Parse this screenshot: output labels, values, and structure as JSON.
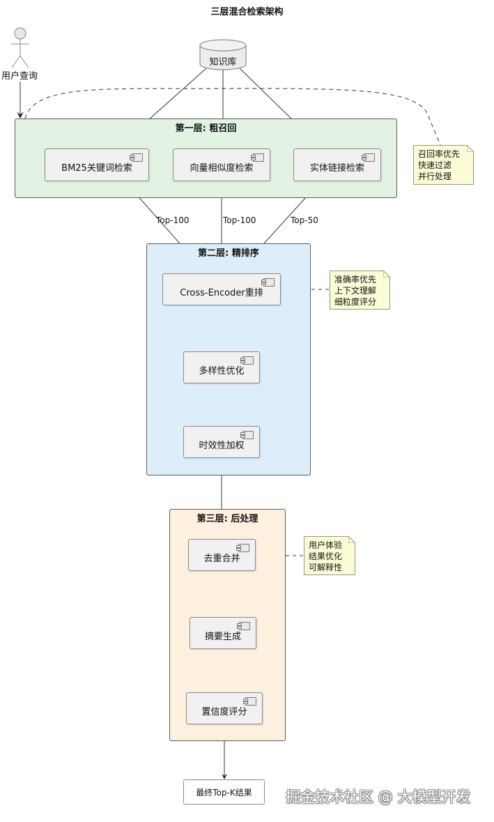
{
  "title": "三层混合检索架构",
  "actor": {
    "label": "用户查询",
    "icon": "stick-figure-actor-icon"
  },
  "database": {
    "label": "知识库",
    "icon": "database-cylinder-icon"
  },
  "layers": [
    {
      "title": "第一层: 粗召回",
      "color": "#e2f3e4",
      "components": [
        "BM25关键词检索",
        "向量相似度检索",
        "实体链接检索"
      ],
      "note": [
        "召回率优先",
        "快速过滤",
        "并行处理"
      ]
    },
    {
      "title": "第二层: 精排序",
      "color": "#ddeefb",
      "components": [
        "Cross-Encoder重排",
        "多样性优化",
        "时效性加权"
      ],
      "note": [
        "准确率优先",
        "上下文理解",
        "细粒度评分"
      ]
    },
    {
      "title": "第三层: 后处理",
      "color": "#fdf0df",
      "components": [
        "去重合并",
        "摘要生成",
        "置信度评分"
      ],
      "note": [
        "用户体验",
        "结果优化",
        "可解释性"
      ]
    }
  ],
  "edge_labels": [
    "Top-100",
    "Top-100",
    "Top-50"
  ],
  "final_result": "最终Top-K结果",
  "watermark": "掘金技术社区 @ 大模型开发",
  "colors": {
    "component_fill": "#f1f1f1",
    "note_fill": "#fbfbd6",
    "line": "#333333"
  }
}
